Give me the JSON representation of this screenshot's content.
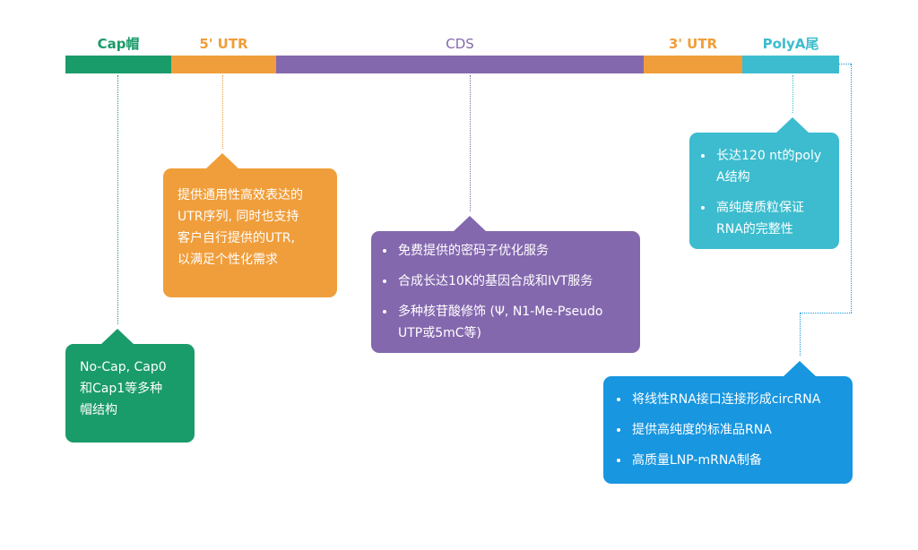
{
  "colors": {
    "cap": "#1a9b6a",
    "utr": "#f09e3b",
    "cds": "#8468ae",
    "polya": "#3cbcce",
    "circ": "#1896e0"
  },
  "segments": {
    "cap": "Cap帽",
    "utr5": "5' UTR",
    "cds": "CDS",
    "utr3": "3' UTR",
    "polya": "PolyA尾"
  },
  "cap_box": {
    "lines": [
      "No-Cap, Cap0",
      "和Cap1等多种",
      "帽结构"
    ]
  },
  "utr_box": {
    "lines": [
      "提供通用性高效表达的",
      "UTR序列, 同时也支持",
      "客户自行提供的UTR,",
      "以满足个性化需求"
    ]
  },
  "cds_box": {
    "items": [
      "免费提供的密码子优化服务",
      "合成长达10K的基因合成和IVT服务",
      "多种核苷酸修饰 (Ψ, N1-Me-Pseudo UTP或5mC等)"
    ]
  },
  "polya_box": {
    "items": [
      "长达120 nt的poly A结构",
      "高纯度质粒保证RNA的完整性"
    ]
  },
  "circ_box": {
    "items": [
      "将线性RNA接口连接形成circRNA",
      "提供高纯度的标准品RNA",
      "高质量LNP-mRNA制备"
    ]
  }
}
